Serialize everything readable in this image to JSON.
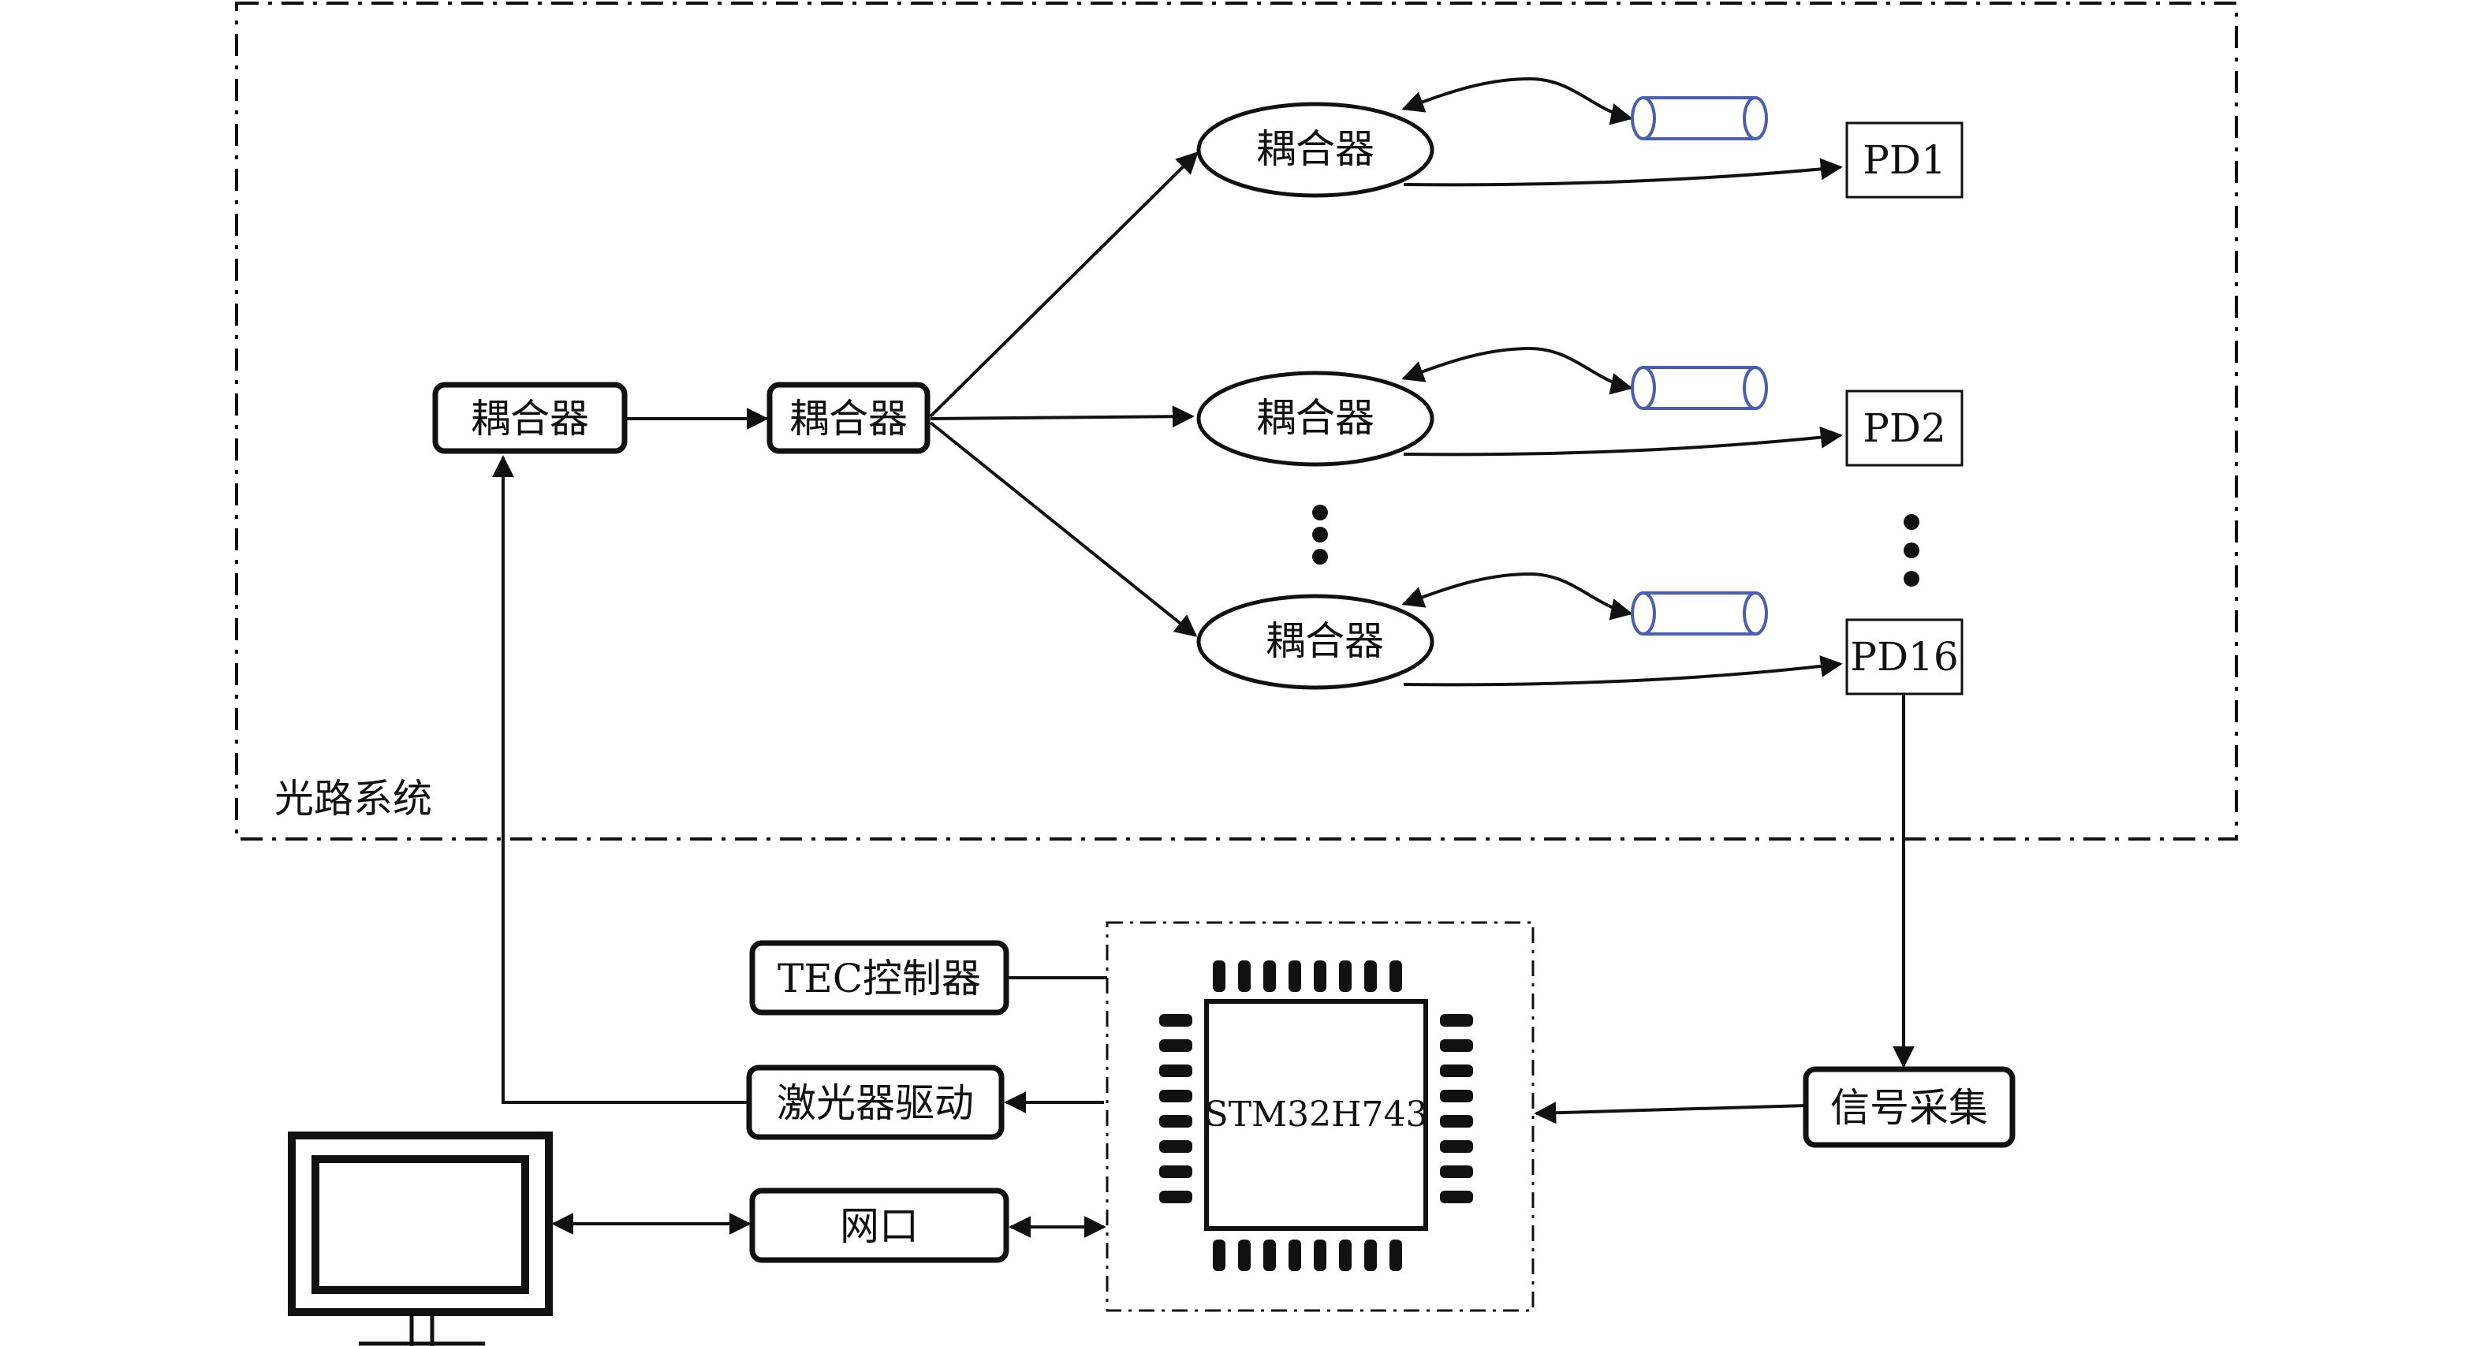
{
  "colors": {
    "line": "#111111",
    "fiber": "#4a5fb0",
    "background": "#ffffff"
  },
  "optical_system": {
    "label": "光路系统",
    "coupler_1": "耦合器",
    "coupler_2": "耦合器",
    "branch_couplers": [
      "耦合器",
      "耦合器",
      "耦合器"
    ],
    "photodetectors": [
      "PD1",
      "PD2",
      "PD16"
    ],
    "fiber_icon": "fiber-coil-icon"
  },
  "control_system": {
    "tec_controller": "TEC控制器",
    "laser_driver": "激光器驱动",
    "network_port": "网口",
    "mcu": "STM32H743",
    "signal_acquisition": "信号采集",
    "computer_icon": "monitor-icon"
  }
}
